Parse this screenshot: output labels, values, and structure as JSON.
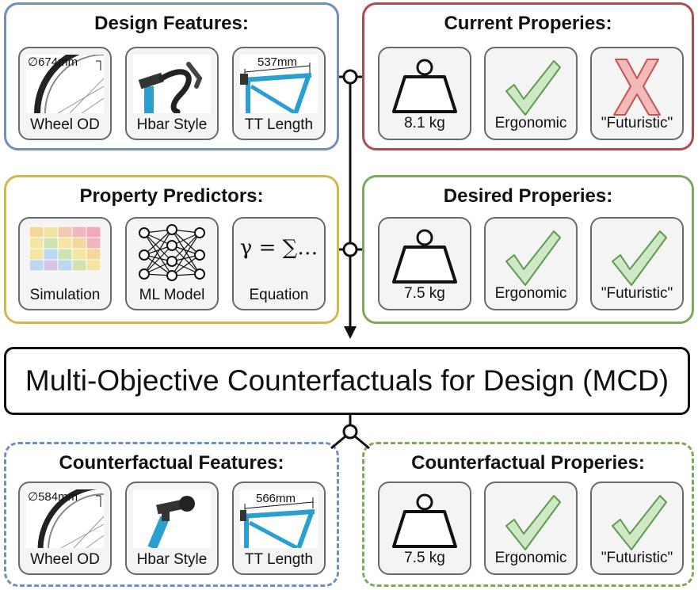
{
  "colors": {
    "features_border": "#6e8fc0",
    "current_border": "#b24a4a",
    "predictors_border": "#d4b64e",
    "desired_border": "#7fa95a",
    "check_fill": "#cfe8c6",
    "check_stroke": "#5f9a4f",
    "cross_fill": "#f4b9b9",
    "cross_stroke": "#c45454",
    "frame_blue": "#2a9fd0"
  },
  "design_features": {
    "title": "Design Features:",
    "wheel": {
      "label": "Wheel OD",
      "dimension": "∅674mm"
    },
    "hbar": {
      "label": "Hbar Style"
    },
    "tt": {
      "label": "TT Length",
      "dimension": "537mm"
    }
  },
  "current_properties": {
    "title": "Current Properies:",
    "weight": "8.1 kg",
    "ergonomic": "Ergonomic",
    "futuristic": "\"Futuristic\""
  },
  "property_predictors": {
    "title": "Property Predictors:",
    "simulation": "Simulation",
    "ml_model": "ML Model",
    "equation": "Equation",
    "equation_text": "γ = ∑…"
  },
  "desired_properties": {
    "title": "Desired Properies:",
    "weight": "7.5 kg",
    "ergonomic": "Ergonomic",
    "futuristic": "\"Futuristic\""
  },
  "mcd": {
    "label": "Multi-Objective Counterfactuals for Design (MCD)"
  },
  "counterfactual_features": {
    "title": "Counterfactual Features:",
    "wheel": {
      "label": "Wheel OD",
      "dimension": "∅584mm"
    },
    "hbar": {
      "label": "Hbar Style"
    },
    "tt": {
      "label": "TT Length",
      "dimension": "566mm"
    }
  },
  "counterfactual_properties": {
    "title": "Counterfactual Properies:",
    "weight": "7.5 kg",
    "ergonomic": "Ergonomic",
    "futuristic": "\"Futuristic\""
  }
}
